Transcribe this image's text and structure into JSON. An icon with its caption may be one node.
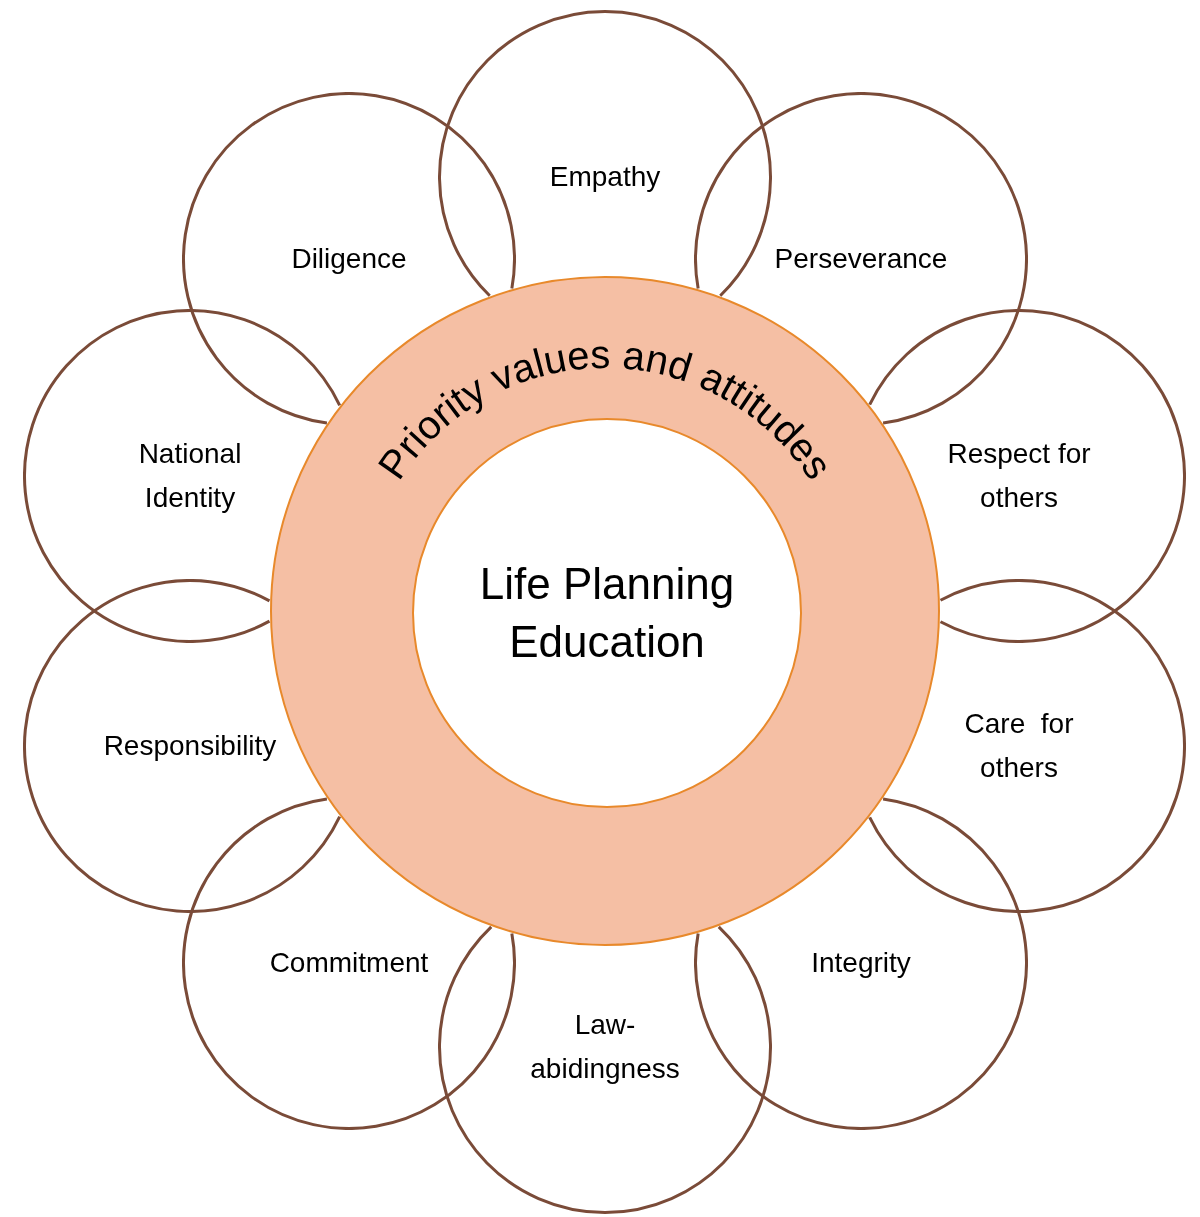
{
  "diagram": {
    "nodes": [
      {
        "text": [
          "Empathy"
        ]
      },
      {
        "text": [
          "Perseverance"
        ]
      },
      {
        "text": [
          "Respect for others"
        ]
      },
      {
        "text": [
          "Care  for others"
        ]
      },
      {
        "text": [
          "Integrity"
        ]
      },
      {
        "text": [
          "Law- abidingness"
        ]
      },
      {
        "text": [
          "Commitment"
        ]
      },
      {
        "text": [
          "Responsibility"
        ]
      },
      {
        "text": [
          "National Identity"
        ]
      },
      {
        "text": [
          "Diligence"
        ]
      },
      {
        "text": [
          "Priority values and attitudes"
        ]
      },
      {
        "text": [
          "Life Planning Education"
        ],
        "in": 10
      }
    ]
  }
}
